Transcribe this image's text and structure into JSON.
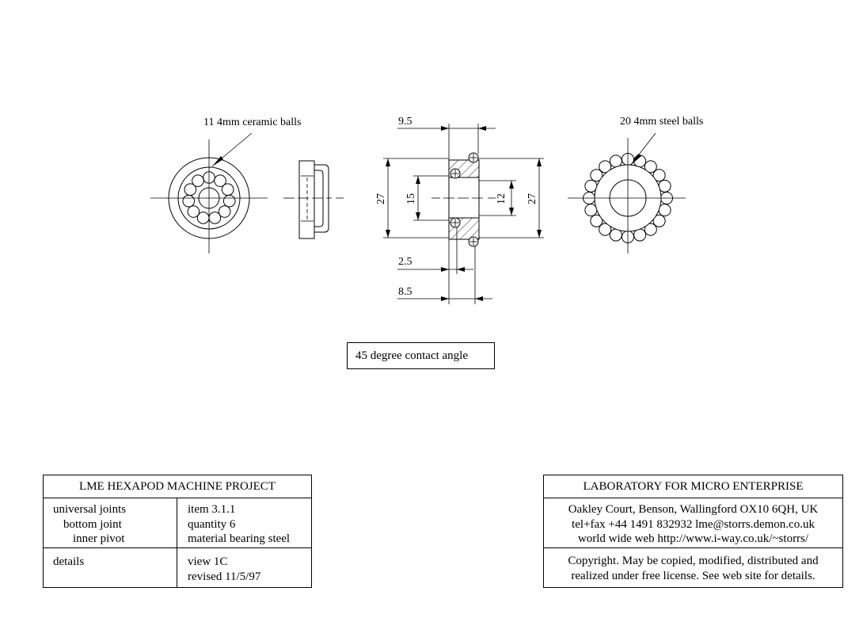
{
  "annotations": {
    "ceramic_balls": "11 4mm ceramic balls",
    "steel_balls": "20 4mm steel balls",
    "contact_angle": "45 degree contact angle"
  },
  "dimensions": {
    "d_9_5": "9.5",
    "d_27_left": "27",
    "d_15": "15",
    "d_12": "12",
    "d_27_right": "27",
    "d_2_5": "2.5",
    "d_8_5": "8.5"
  },
  "title_block": {
    "title": "LME HEXAPOD MACHINE  PROJECT",
    "assembly": [
      "universal joints",
      "bottom joint",
      "inner pivot"
    ],
    "item_info": [
      "item 3.1.1",
      "quantity 6",
      "material bearing steel"
    ],
    "details_label": "details",
    "view_info": [
      "view 1C",
      "revised 11/5/97"
    ]
  },
  "company_block": {
    "name": "LABORATORY FOR MICRO ENTERPRISE",
    "address": "Oakley Court, Benson, Wallingford OX10 6QH, UK",
    "contact": "tel+fax +44 1491 832932  lme@storrs.demon.co.uk",
    "web": "world wide web  http://www.i-way.co.uk/~storrs/",
    "license_line1": "Copyright. May be copied, modified, distributed and",
    "license_line2": "realized under free license. See web site for details."
  }
}
